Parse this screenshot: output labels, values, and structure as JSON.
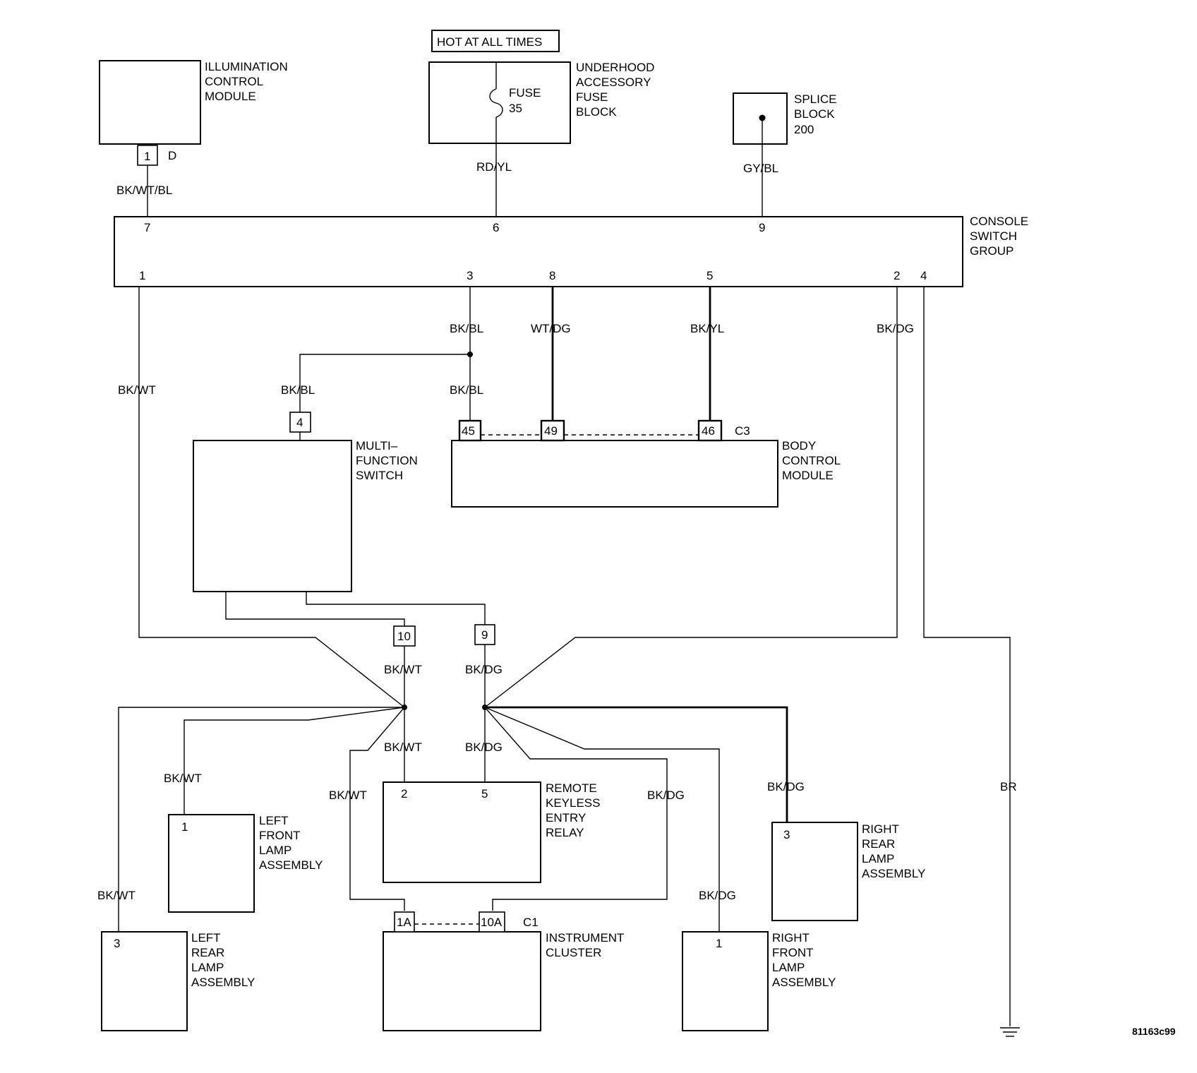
{
  "components": {
    "illumination": {
      "label": [
        "ILLUMINATION",
        "CONTROL",
        "MODULE"
      ],
      "pin": "1",
      "connector": "D"
    },
    "fuse_block": {
      "hot_label": "HOT AT ALL TIMES",
      "fuse_label": "FUSE",
      "fuse_number": "35",
      "label": [
        "UNDERHOOD",
        "ACCESSORY",
        "FUSE",
        "BLOCK"
      ]
    },
    "splice": {
      "label": [
        "SPLICE",
        "BLOCK",
        "200"
      ]
    },
    "console": {
      "label": [
        "CONSOLE",
        "SWITCH",
        "GROUP"
      ],
      "pins_top": [
        "7",
        "6",
        "9"
      ],
      "pins_bottom": [
        "1",
        "3",
        "8",
        "5",
        "2",
        "4"
      ]
    },
    "multifunction": {
      "label": [
        "MULTI–",
        "FUNCTION",
        "SWITCH"
      ],
      "pin_top": "4",
      "pin_left": "10",
      "pin_right": "9"
    },
    "bcm": {
      "label": [
        "BODY",
        "CONTROL",
        "MODULE"
      ],
      "connector": "C3",
      "pins": [
        "45",
        "49",
        "46"
      ]
    },
    "rke": {
      "label": [
        "REMOTE",
        "KEYLESS",
        "ENTRY",
        "RELAY"
      ],
      "pins": [
        "2",
        "5"
      ]
    },
    "cluster": {
      "label": [
        "INSTRUMENT",
        "CLUSTER"
      ],
      "connector": "C1",
      "pins": [
        "1A",
        "10A"
      ]
    },
    "lf_lamp": {
      "label": [
        "LEFT",
        "FRONT",
        "LAMP",
        "ASSEMBLY"
      ],
      "pin": "1"
    },
    "lr_lamp": {
      "label": [
        "LEFT",
        "REAR",
        "LAMP",
        "ASSEMBLY"
      ],
      "pin": "3"
    },
    "rr_lamp": {
      "label": [
        "RIGHT",
        "REAR",
        "LAMP",
        "ASSEMBLY"
      ],
      "pin": "3"
    },
    "rf_lamp": {
      "label": [
        "RIGHT",
        "FRONT",
        "LAMP",
        "ASSEMBLY"
      ],
      "pin": "1"
    }
  },
  "wires": {
    "illum_to_console": "BK/WT/BL",
    "fuse_to_console": "RD/YL",
    "splice_to_console": "GY/BL",
    "c3_upper": "BK/BL",
    "c3_to_bcm": "BK/BL",
    "to_mfs": "BK/BL",
    "c8": "WT/DG",
    "c5": "BK/YL",
    "c2": "BK/DG",
    "c1": "BK/WT",
    "mfs_10": "BK/WT",
    "mfs_9": "BK/DG",
    "rke_2": "BK/WT",
    "rke_5": "BK/DG",
    "lf": "BK/WT",
    "lr": "BK/WT",
    "cluster_1a": "BK/WT",
    "cluster_10a": "BK/DG",
    "rf": "BK/DG",
    "rr": "BK/DG",
    "ground": "BR"
  },
  "figure_id": "81163c99"
}
